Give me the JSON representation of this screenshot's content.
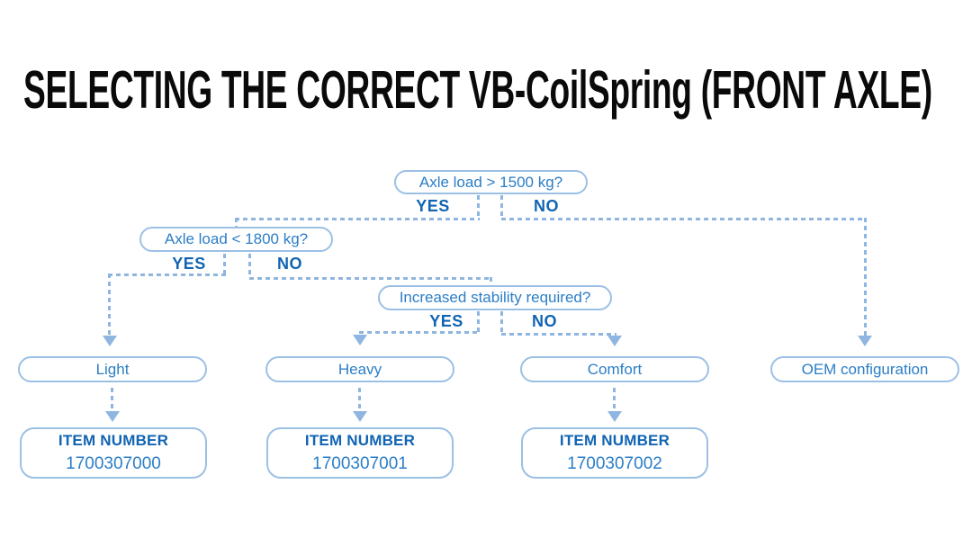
{
  "title": "SELECTING THE CORRECT VB-CoilSpring (FRONT AXLE)",
  "colors": {
    "line": "#8fb6e0",
    "box_border": "#9cc0e4",
    "question_text": "#2b7ec6",
    "yes_no_text": "#1164b2",
    "title_text": "#0a0a0a",
    "background": "#ffffff"
  },
  "flowchart": {
    "decisions": [
      {
        "question": "Axle load > 1500 kg?",
        "yes": "YES",
        "no": "NO"
      },
      {
        "question": "Axle load < 1800 kg?",
        "yes": "YES",
        "no": "NO"
      },
      {
        "question": "Increased stability required?",
        "yes": "YES",
        "no": "NO"
      }
    ],
    "results": [
      {
        "label": "Light",
        "item_label": "ITEM NUMBER",
        "item_number": "1700307000"
      },
      {
        "label": "Heavy",
        "item_label": "ITEM NUMBER",
        "item_number": "1700307001"
      },
      {
        "label": "Comfort",
        "item_label": "ITEM NUMBER",
        "item_number": "1700307002"
      },
      {
        "label": "OEM configuration"
      }
    ]
  }
}
